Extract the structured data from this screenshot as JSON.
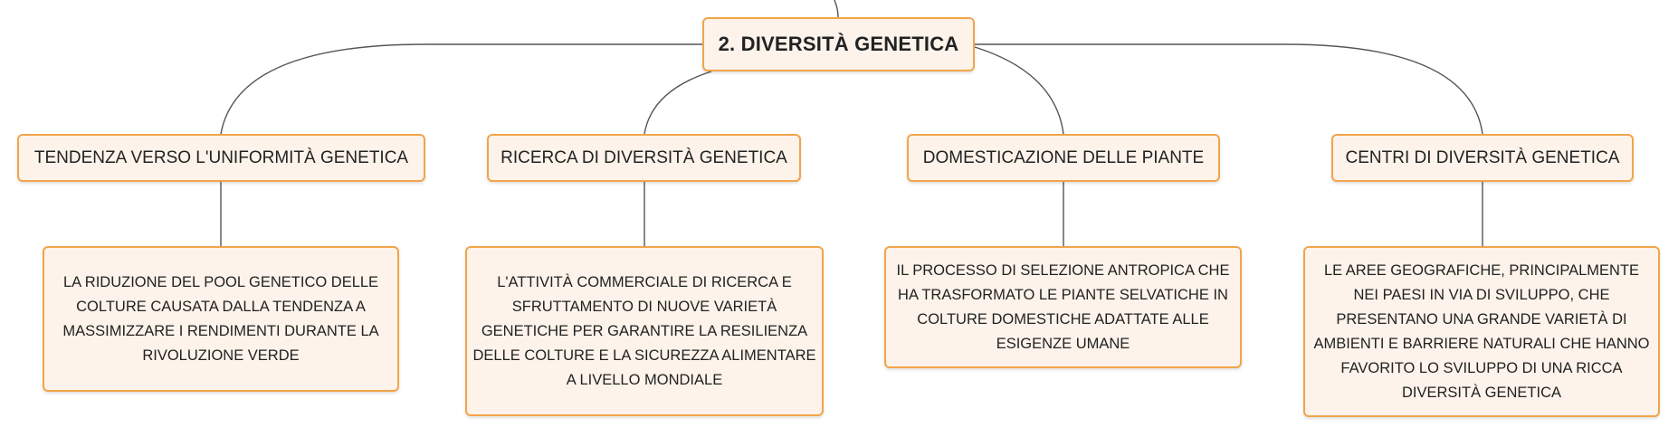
{
  "diagram": {
    "root": {
      "label": "2. DIVERSITÀ GENETICA"
    },
    "branches": [
      {
        "label": "TENDENZA VERSO L'UNIFORMITÀ GENETICA",
        "description": "LA RIDUZIONE DEL POOL GENETICO DELLE COLTURE CAUSATA DALLA TENDENZA A MASSIMIZZARE I RENDIMENTI DURANTE LA RIVOLUZIONE VERDE"
      },
      {
        "label": "RICERCA DI DIVERSITÀ GENETICA",
        "description": "L'ATTIVITÀ COMMERCIALE DI RICERCA E SFRUTTAMENTO DI NUOVE VARIETÀ GENETICHE PER GARANTIRE LA RESILIENZA DELLE COLTURE E LA SICUREZZA ALIMENTARE A LIVELLO MONDIALE"
      },
      {
        "label": "DOMESTICAZIONE DELLE PIANTE",
        "description": "IL PROCESSO DI SELEZIONE ANTROPICA CHE HA TRASFORMATO LE PIANTE SELVATICHE IN COLTURE DOMESTICHE ADATTATE ALLE ESIGENZE UMANE"
      },
      {
        "label": "CENTRI DI DIVERSITÀ GENETICA",
        "description": "LE AREE GEOGRAFICHE, PRINCIPALMENTE NEI PAESI IN VIA DI SVILUPPO, CHE PRESENTANO UNA GRANDE VARIETÀ DI AMBIENTI E BARRIERE NATURALI CHE HANNO FAVORITO LO SVILUPPO DI UNA RICCA DIVERSITÀ GENETICA"
      }
    ]
  },
  "colors": {
    "node_border": "#f2a54a",
    "node_fill": "#fdf3ea",
    "connector": "#555555",
    "text": "#222222"
  }
}
